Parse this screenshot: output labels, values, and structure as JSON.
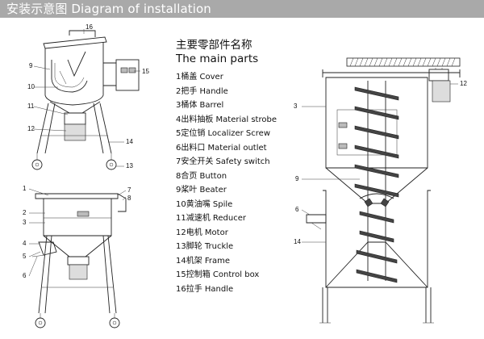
{
  "header": {
    "title": "安装示意图 Diagram of installation"
  },
  "parts": {
    "title_cn": "主要零部件名称",
    "title_en": "The main parts",
    "items": [
      "1桶盖 Cover",
      "2把手 Handle",
      "3桶体 Barrel",
      "4出料抽板 Material strobe",
      "5定位销 Localizer Screw",
      "6出料口 Material outlet",
      "7安全开关 Safety switch",
      "8合页 Button",
      "9桨叶 Beater",
      "10黄油嘴 Spile",
      "11减速机 Reducer",
      "12电机 Motor",
      "13脚轮 Truckle",
      "14机架 Frame",
      "15控制箱 Control box",
      "16拉手 Handle"
    ]
  },
  "callouts": {
    "top_left": [
      "16",
      "9",
      "15",
      "10",
      "11",
      "12",
      "14",
      "13"
    ],
    "bottom_left": [
      "1",
      "7",
      "8",
      "2",
      "3",
      "4",
      "5",
      "6"
    ],
    "right": [
      "12",
      "3",
      "9",
      "6",
      "14"
    ]
  }
}
